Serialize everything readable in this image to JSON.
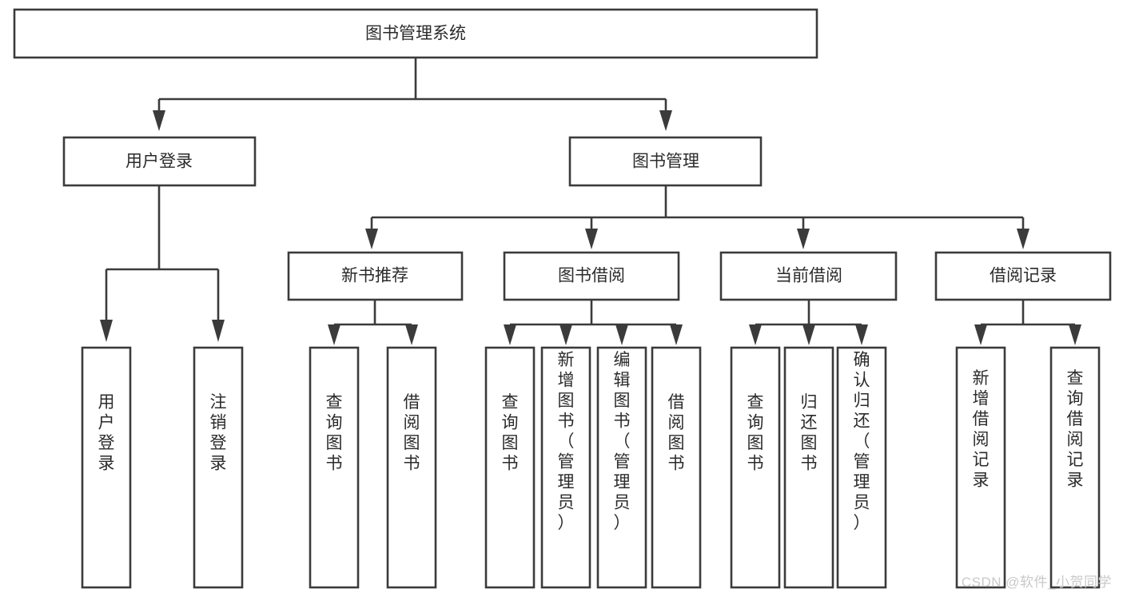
{
  "diagram": {
    "type": "hierarchy-tree",
    "title": "图书管理系统",
    "watermark": "CSDN @软件_小贺同学",
    "colors": {
      "box_fill": "#ffffff",
      "box_stroke": "#3b3b3b",
      "text": "#2b2b2b",
      "background": "#ffffff",
      "watermark": "#c9c9c9"
    },
    "root": {
      "id": "root",
      "label": "图书管理系统",
      "orientation": "horizontal"
    },
    "level2": [
      {
        "id": "user-login",
        "label": "用户登录",
        "orientation": "horizontal"
      },
      {
        "id": "book-management",
        "label": "图书管理",
        "orientation": "horizontal"
      }
    ],
    "level3": [
      {
        "id": "new-book-recommend",
        "label": "新书推荐",
        "parent": "book-management",
        "orientation": "horizontal"
      },
      {
        "id": "book-borrow",
        "label": "图书借阅",
        "parent": "book-management",
        "orientation": "horizontal"
      },
      {
        "id": "current-borrow",
        "label": "当前借阅",
        "parent": "book-management",
        "orientation": "horizontal"
      },
      {
        "id": "borrow-record",
        "label": "借阅记录",
        "parent": "book-management",
        "orientation": "horizontal"
      }
    ],
    "leaves": [
      {
        "id": "leaf-user-login",
        "label": "用户登录",
        "parent": "user-login",
        "orientation": "vertical"
      },
      {
        "id": "leaf-user-logout",
        "label": "注销登录",
        "parent": "user-login",
        "orientation": "vertical"
      },
      {
        "id": "leaf-query-book-1",
        "label": "查询图书",
        "parent": "new-book-recommend",
        "orientation": "vertical"
      },
      {
        "id": "leaf-borrow-book-1",
        "label": "借阅图书",
        "parent": "new-book-recommend",
        "orientation": "vertical"
      },
      {
        "id": "leaf-query-book-2",
        "label": "查询图书",
        "parent": "book-borrow",
        "orientation": "vertical"
      },
      {
        "id": "leaf-add-book",
        "label": "新增图书（管理员）",
        "parent": "book-borrow",
        "orientation": "vertical"
      },
      {
        "id": "leaf-edit-book",
        "label": "编辑图书（管理员）",
        "parent": "book-borrow",
        "orientation": "vertical"
      },
      {
        "id": "leaf-borrow-book-2",
        "label": "借阅图书",
        "parent": "book-borrow",
        "orientation": "vertical"
      },
      {
        "id": "leaf-query-book-3",
        "label": "查询图书",
        "parent": "current-borrow",
        "orientation": "vertical"
      },
      {
        "id": "leaf-return-book",
        "label": "归还图书",
        "parent": "current-borrow",
        "orientation": "vertical"
      },
      {
        "id": "leaf-confirm-return",
        "label": "确认归还（管理员）",
        "parent": "current-borrow",
        "orientation": "vertical"
      },
      {
        "id": "leaf-add-record",
        "label": "新增借阅记录",
        "parent": "borrow-record",
        "orientation": "vertical"
      },
      {
        "id": "leaf-query-record",
        "label": "查询借阅记录",
        "parent": "borrow-record",
        "orientation": "vertical"
      }
    ]
  }
}
